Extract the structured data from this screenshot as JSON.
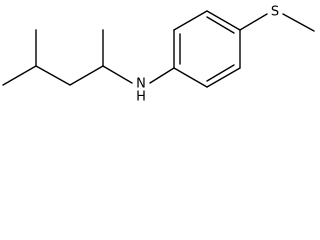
{
  "structure": {
    "atoms": [
      {
        "id": "n1",
        "element": "N",
        "label": "H\nN"
      },
      {
        "id": "s1",
        "element": "S",
        "label": "S"
      }
    ],
    "labels": {
      "nitrogen": "N",
      "nitrogen_h": "H",
      "sulfur": "S"
    }
  }
}
